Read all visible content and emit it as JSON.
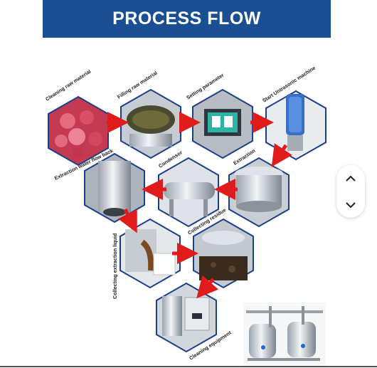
{
  "banner": {
    "title": "PROCESS FLOW"
  },
  "steps": {
    "cleaning_raw": "Cleaning raw material",
    "filling_raw": "Filling raw material",
    "setting_param": "Setting parameter",
    "start_ultrasonic": "Start Untrasonic machine",
    "extraction": "Extraction",
    "condensor": "Condensor",
    "water_flow_back": "Extraction water flow back",
    "collecting_liquid": "Collecting extraction liquid",
    "collecting_residue": "Collecting residue",
    "cleaning_equipment": "Cleaning equipment"
  },
  "colors": {
    "banner": "#1a4f93",
    "arrow": "#e01b1b",
    "hex_border": "#1c3f8a"
  },
  "icons": {
    "scroll_up": "chevron-up-icon",
    "scroll_down": "chevron-down-icon"
  }
}
